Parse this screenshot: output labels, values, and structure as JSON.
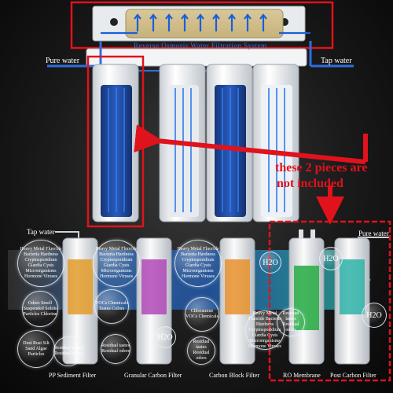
{
  "top_system": {
    "banner_text": "Reverse Osmosis Water Filtration System",
    "pure_water_label": "Pure water",
    "tap_water_label": "Tap water"
  },
  "callout": {
    "line1": "these 2 pieces  are",
    "line2": "not  included"
  },
  "bottom_diagram": {
    "tap_water_label": "Tap water",
    "pure_water_label": "Pure water",
    "filters": [
      {
        "name": "PP Sediment Filter"
      },
      {
        "name": "Granular Carbon Filter"
      },
      {
        "name": "Carbon Block Filter"
      },
      {
        "name": "RO Membrane"
      },
      {
        "name": "Post Carbon Filter"
      }
    ],
    "h2o": "H2O",
    "contaminant_bubbles": [
      "Heavy Metal Fluoride Bacteria Hardness Cryptosporidium Giardia Cysts Microorganisms Hormone Viruses",
      "Odors Smell Suspended Solids Particles Chlorine",
      "Dust Rust Silt Sand Algae Particles",
      "VOCs Chemicals Tastes Colors",
      "Chloramine VOCs Chemicals",
      "Residual tastes Residual odors"
    ]
  },
  "colors": {
    "callout_red": "#e0121b",
    "flow_blue": "#1a5fd8",
    "housing_white": "#eef1f4"
  }
}
